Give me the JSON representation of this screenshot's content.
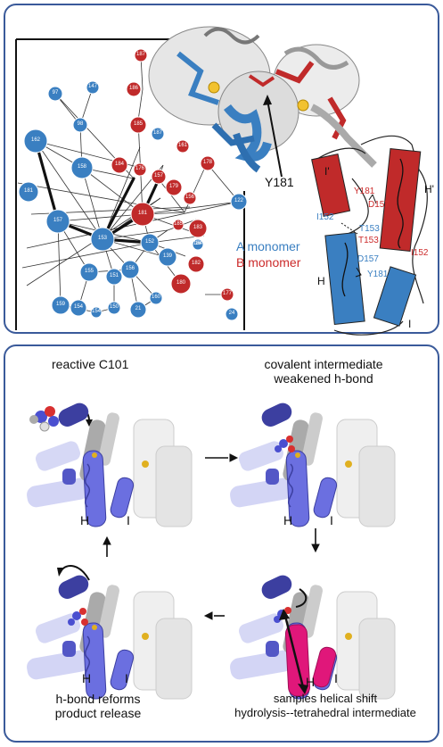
{
  "top_panel": {
    "nodes_a": [
      "97",
      "147",
      "98",
      "162",
      "158",
      "187",
      "181",
      "157",
      "153",
      "152",
      "139",
      "155",
      "156",
      "151",
      "150",
      "159",
      "154",
      "21",
      "160",
      "24",
      "122",
      "184",
      "16",
      "154"
    ],
    "nodes_b": [
      "187",
      "186",
      "185",
      "184",
      "176",
      "157",
      "179",
      "178",
      "161",
      "156",
      "181",
      "183",
      "182",
      "180",
      "177",
      "185"
    ],
    "pointer_label": "Y181",
    "legend": {
      "a": "A monomer",
      "b": "B monomer"
    },
    "legend_colors": {
      "a": "#3a7fc1",
      "b": "#cc2b2b"
    },
    "helix_labels": {
      "h_prime": "H'",
      "i_prime": "I'",
      "h": "H",
      "i": "I"
    },
    "residues_red": [
      "Y181",
      "D157",
      "T153",
      "I152"
    ],
    "residues_blue": [
      "I152",
      "T153",
      "D157",
      "Y181"
    ]
  },
  "bottom_panel": {
    "captions": {
      "top_left": "reactive C101",
      "top_right_1": "covalent intermediate",
      "top_right_2": "weakened h-bond",
      "bottom_left_1": "h-bond reforms",
      "bottom_left_2": "product release",
      "bottom_right_1": "samples helical shift",
      "bottom_right_2": "hydrolysis--tetrahedral intermediate"
    },
    "helix_labels": {
      "h": "H",
      "i": "I"
    },
    "colors": {
      "helix_purple": "#6b6fe0",
      "helix_pink": "#e0177a",
      "gray": "#b8b8b8"
    }
  }
}
